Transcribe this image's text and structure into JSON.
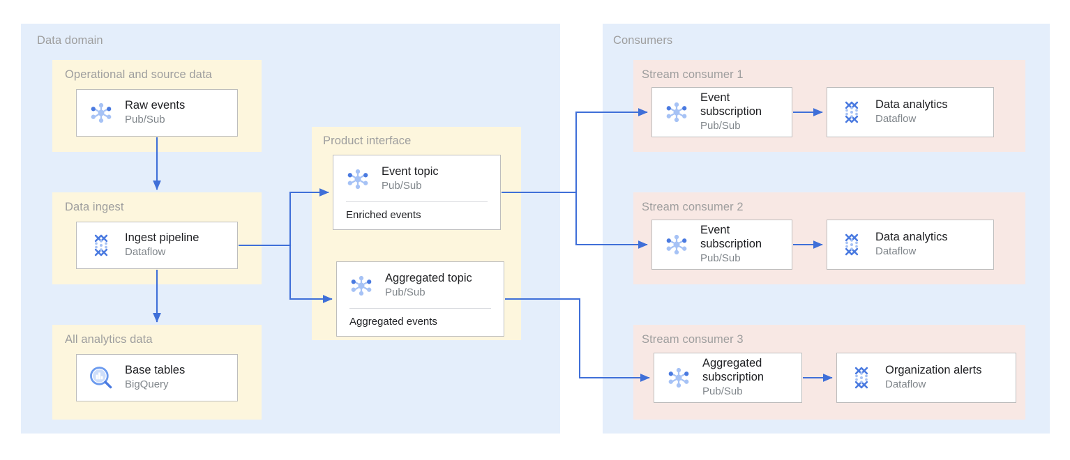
{
  "colors": {
    "panel_blue": "#e4eefb",
    "group_yellow": "#fdf6dd",
    "group_pink": "#f8e8e4",
    "arrow_blue": "#3f6fd8",
    "card_border": "#bdbdbd",
    "group_title": "#9e9e9e",
    "card_title": "#202124",
    "card_sub": "#80868b",
    "icon_blue_dark": "#4a7ae0",
    "icon_blue_light": "#a6c2f5"
  },
  "panels": {
    "data_domain": {
      "title": "Data domain",
      "groups": {
        "operational": {
          "title": "Operational and source data",
          "cards": [
            {
              "title": "Raw events",
              "sub": "Pub/Sub",
              "icon": "pubsub-icon"
            }
          ]
        },
        "data_ingest": {
          "title": "Data ingest",
          "cards": [
            {
              "title": "Ingest pipeline",
              "sub": "Dataflow",
              "icon": "dataflow-icon"
            }
          ]
        },
        "all_analytics": {
          "title": "All analytics data",
          "cards": [
            {
              "title": "Base tables",
              "sub": "BigQuery",
              "icon": "bigquery-icon"
            }
          ]
        },
        "product_interface": {
          "title": "Product interface",
          "cards": [
            {
              "title": "Event topic",
              "sub": "Pub/Sub",
              "icon": "pubsub-icon",
              "footer": "Enriched events"
            },
            {
              "title": "Aggregated topic",
              "sub": "Pub/Sub",
              "icon": "pubsub-icon",
              "footer": "Aggregated events"
            }
          ]
        }
      }
    },
    "consumers": {
      "title": "Consumers",
      "groups": [
        {
          "title": "Stream consumer 1",
          "cards": [
            {
              "title": "Event\nsubscription",
              "sub": "Pub/Sub",
              "icon": "pubsub-icon"
            },
            {
              "title": "Data analytics",
              "sub": "Dataflow",
              "icon": "dataflow-icon"
            }
          ]
        },
        {
          "title": "Stream consumer 2",
          "cards": [
            {
              "title": "Event\nsubscription",
              "sub": "Pub/Sub",
              "icon": "pubsub-icon"
            },
            {
              "title": "Data analytics",
              "sub": "Dataflow",
              "icon": "dataflow-icon"
            }
          ]
        },
        {
          "title": "Stream consumer 3",
          "cards": [
            {
              "title": "Aggregated\nsubscription",
              "sub": "Pub/Sub",
              "icon": "pubsub-icon"
            },
            {
              "title": "Organization alerts",
              "sub": "Dataflow",
              "icon": "dataflow-icon"
            }
          ]
        }
      ]
    }
  },
  "connections": [
    {
      "name": "raw-events-to-ingest-pipeline",
      "from": "Raw events",
      "to": "Ingest pipeline"
    },
    {
      "name": "ingest-pipeline-to-base-tables",
      "from": "Ingest pipeline",
      "to": "Base tables"
    },
    {
      "name": "ingest-pipeline-to-event-topic",
      "from": "Ingest pipeline",
      "to": "Event topic"
    },
    {
      "name": "ingest-pipeline-to-aggregated-topic",
      "from": "Ingest pipeline",
      "to": "Aggregated topic"
    },
    {
      "name": "event-topic-to-consumer1-subscription",
      "from": "Event topic",
      "to": "Event subscription"
    },
    {
      "name": "event-topic-to-consumer2-subscription",
      "from": "Event topic",
      "to": "Event subscription"
    },
    {
      "name": "aggregated-topic-to-consumer3-subscription",
      "from": "Aggregated topic",
      "to": "Aggregated subscription"
    },
    {
      "name": "consumer1-subscription-to-data-analytics",
      "from": "Event subscription",
      "to": "Data analytics"
    },
    {
      "name": "consumer2-subscription-to-data-analytics",
      "from": "Event subscription",
      "to": "Data analytics"
    },
    {
      "name": "consumer3-subscription-to-organization-alerts",
      "from": "Aggregated subscription",
      "to": "Organization alerts"
    }
  ]
}
